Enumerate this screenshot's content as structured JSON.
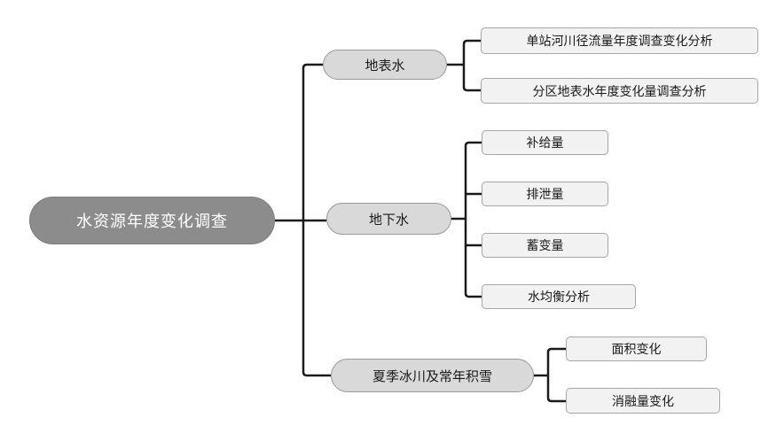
{
  "diagram": {
    "type": "mindmap-tree",
    "root": {
      "label": "水资源年度变化调查"
    },
    "branches": [
      {
        "label": "地表水",
        "children": [
          {
            "label": "单站河川径流量年度调查变化分析"
          },
          {
            "label": "分区地表水年度变化量调查分析"
          }
        ]
      },
      {
        "label": "地下水",
        "children": [
          {
            "label": "补给量"
          },
          {
            "label": "排泄量"
          },
          {
            "label": "蓄变量"
          },
          {
            "label": "水均衡分析"
          }
        ]
      },
      {
        "label": "夏季冰川及常年积雪",
        "children": [
          {
            "label": "面积变化"
          },
          {
            "label": "消融量变化"
          }
        ]
      }
    ],
    "colors": {
      "background": "#ffffff",
      "root_fill": "#8c8c8c",
      "root_text": "#ffffff",
      "branch_fill": "#d9d9d9",
      "branch_border": "#999999",
      "child_fill": "#f2f2f2",
      "child_border": "#a6a6a6",
      "line": "#1a1a1a"
    }
  }
}
